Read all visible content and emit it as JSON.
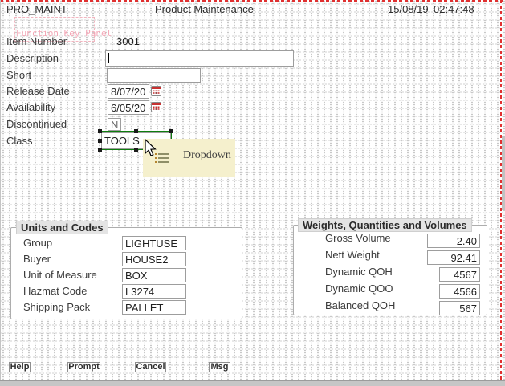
{
  "header": {
    "program": "PRO_MAINT",
    "title": "Product Maintenance",
    "date": "15/08/19",
    "time": "02:47:48"
  },
  "designer": {
    "function_key_panel_label": "Function Key Panel",
    "drag_ghost": {
      "label": "Dropdown",
      "icon": "dropdown-list-icon"
    }
  },
  "form": {
    "item_number": {
      "label": "Item Number",
      "value": "3001"
    },
    "description": {
      "label": "Description",
      "value": ""
    },
    "short": {
      "label": "Short",
      "value": ""
    },
    "release_date": {
      "label": "Release Date",
      "value": "8/07/20"
    },
    "availability": {
      "label": "Availability",
      "value": "6/05/20"
    },
    "discontinued": {
      "label": "Discontinued",
      "value": "N"
    },
    "class": {
      "label": "Class",
      "value": "TOOLS"
    }
  },
  "units_and_codes": {
    "title": "Units and Codes",
    "rows": [
      {
        "label": "Group",
        "value": "LIGHTUSE"
      },
      {
        "label": "Buyer",
        "value": "HOUSE2"
      },
      {
        "label": "Unit of Measure",
        "value": "BOX"
      },
      {
        "label": "Hazmat Code",
        "value": "L3274"
      },
      {
        "label": "Shipping Pack",
        "value": "PALLET"
      }
    ]
  },
  "weights": {
    "title": "Weights, Quantities and Volumes",
    "rows": [
      {
        "label": "Gross Volume",
        "value": "2.40"
      },
      {
        "label": "Nett Weight",
        "value": "92.41"
      },
      {
        "label": "Dynamic QOH",
        "value": "4567"
      },
      {
        "label": "Dynamic QOO",
        "value": "4566"
      },
      {
        "label": "Balanced QOH",
        "value": "567"
      }
    ]
  },
  "buttons": [
    {
      "label": "Help"
    },
    {
      "label": "Prompt"
    },
    {
      "label": "Cancel"
    },
    {
      "label": "Msg"
    }
  ],
  "colors": {
    "canvas_border": "#e03030",
    "selection_green": "#0e7d0e",
    "ghost_bg": "#f5f0cd",
    "panel_pink": "#f3a7b6",
    "calendar_red": "#c83232",
    "grid_dot": "#b9b9b9"
  }
}
